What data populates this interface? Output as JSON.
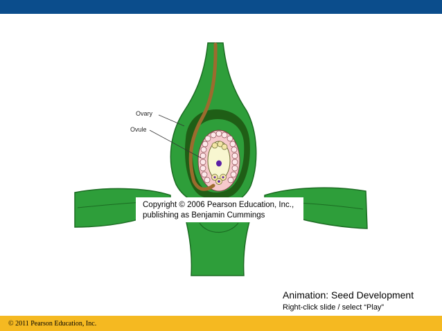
{
  "labels": {
    "ovary": "Ovary",
    "ovule": "Ovule"
  },
  "copyright": {
    "line1": "Copyright © 2006 Pearson Education, Inc.,",
    "line2": "publishing as Benjamin Cummings"
  },
  "animation": {
    "title": "Animation: Seed Development",
    "instruction": "Right-click slide / select “Play”"
  },
  "footer": {
    "text": "© 2011 Pearson Education, Inc."
  },
  "colors": {
    "header_bar": "#0b4d8c",
    "footer_bar": "#f5b921",
    "leaf_green": "#2e9e3a",
    "dark_green": "#1f5e16",
    "pollen_tube": "#9c6b2e",
    "ovule_pink": "#f6c9cc",
    "embryo_sac": "#f8f6d0",
    "nucleus": "#5b1fa6"
  }
}
